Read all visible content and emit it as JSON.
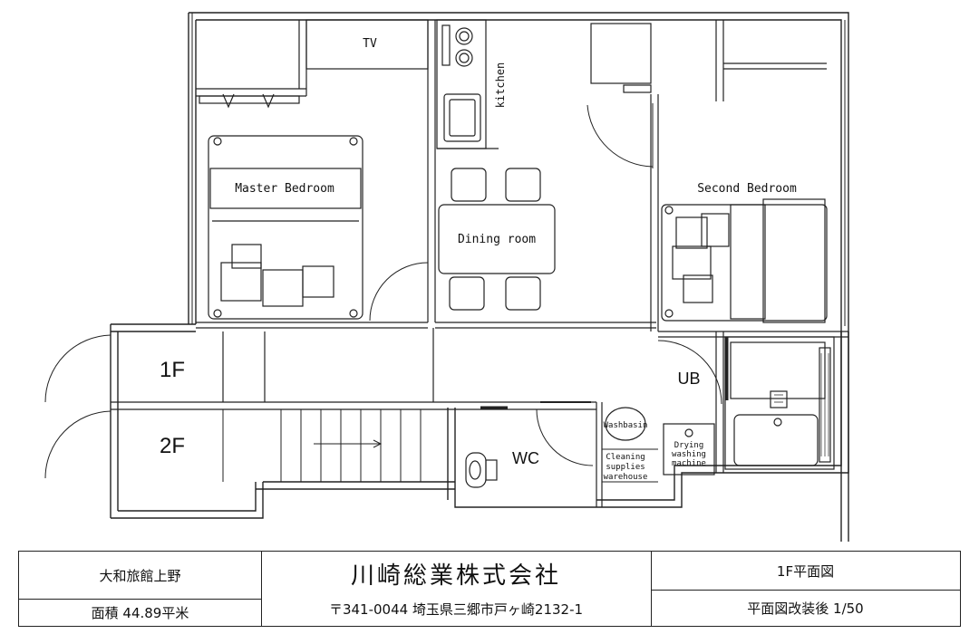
{
  "rooms": {
    "tv": "TV",
    "kitchen": "kitchen",
    "master_bedroom": "Master Bedroom",
    "dining_room": "Dining room",
    "second_bedroom": "Second Bedroom",
    "floor_1": "1F",
    "floor_2": "2F",
    "unit_bath": "UB",
    "wc": "WC",
    "washbasin": "Washbasin",
    "cleaning_line1": "Cleaning",
    "cleaning_line2": "supplies",
    "cleaning_line3": "warehouse",
    "drying_line1": "Drying",
    "drying_line2": "washing",
    "drying_line3": "machine"
  },
  "title_block": {
    "property_name": "大和旅館上野",
    "area": "面積 44.89平米",
    "company": "川崎総業株式会社",
    "address": "〒341-0044 埼玉県三郷市戸ヶ崎2132-1",
    "drawing_title": "1F平面図",
    "drawing_note": "平面図改装後 1/50"
  }
}
